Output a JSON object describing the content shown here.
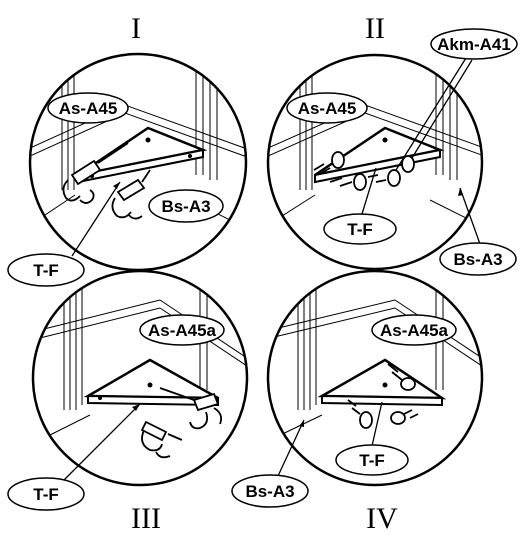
{
  "panels": [
    {
      "numeral": "I",
      "labels": [
        "As-A45",
        "Bs-A3",
        "T-F"
      ]
    },
    {
      "numeral": "II",
      "labels": [
        "As-A45",
        "Akm-A41",
        "T-F",
        "Bs-A3"
      ]
    },
    {
      "numeral": "III",
      "labels": [
        "As-A45a",
        "T-F"
      ]
    },
    {
      "numeral": "IV",
      "labels": [
        "As-A45a",
        "T-F",
        "Bs-A3"
      ]
    }
  ]
}
